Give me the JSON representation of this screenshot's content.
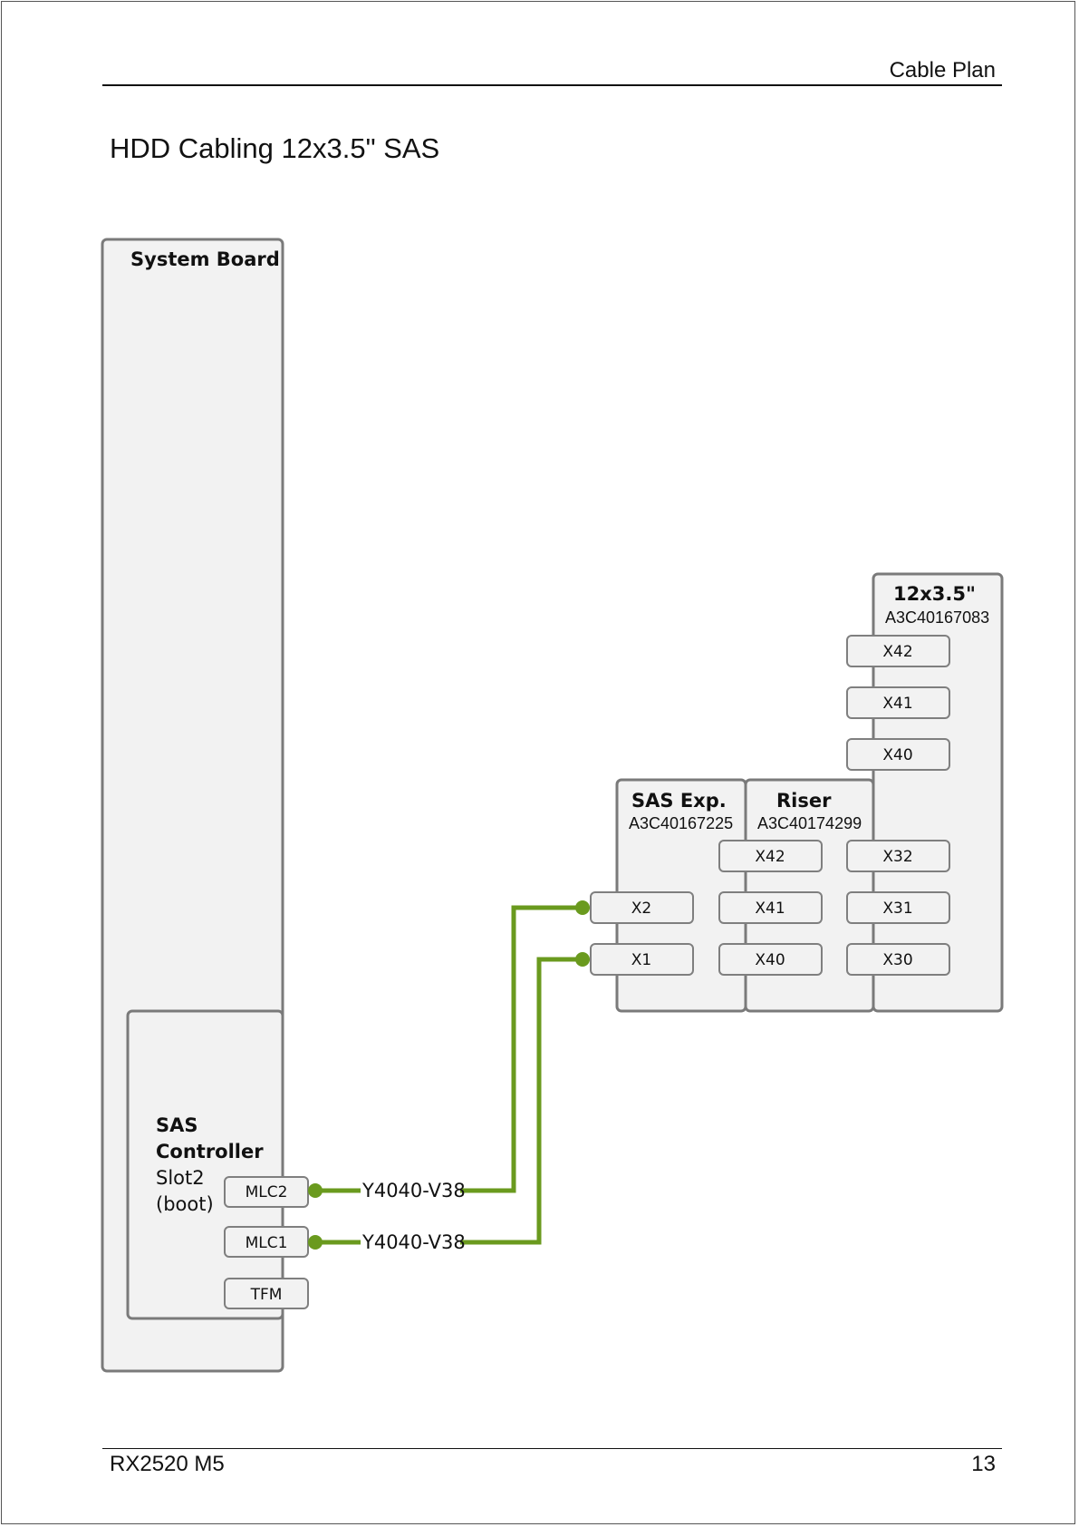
{
  "header": {
    "title": "Cable Plan"
  },
  "page_title": "HDD Cabling 12x3.5\" SAS",
  "footer": {
    "model": "RX2520 M5",
    "page_number": "13"
  },
  "colors": {
    "cable": "#6a9a1e",
    "board_fill": "#f2f2f2",
    "board_stroke": "#7a7a7a"
  },
  "diagram": {
    "system_board": {
      "label": "System Board"
    },
    "sas_controller": {
      "label_line1": "SAS",
      "label_line2": "Controller",
      "slot_line1": "Slot2",
      "slot_line2": "(boot)",
      "ports": [
        "MLC2",
        "MLC1",
        "TFM"
      ]
    },
    "sas_expander": {
      "label": "SAS Exp.",
      "part": "A3C40167225",
      "ports": [
        "X2",
        "X1"
      ]
    },
    "riser": {
      "label": "Riser",
      "part": "A3C40174299",
      "ports": [
        "X42",
        "X41",
        "X40"
      ]
    },
    "backplane": {
      "label": "12x3.5\"",
      "part": "A3C40167083",
      "ports_upper": [
        "X42",
        "X41",
        "X40"
      ],
      "ports_lower": [
        "X32",
        "X31",
        "X30"
      ]
    },
    "cables": [
      {
        "from": "MLC2",
        "to": "X2",
        "label": "Y4040-V38"
      },
      {
        "from": "MLC1",
        "to": "X1",
        "label": "Y4040-V38"
      }
    ]
  }
}
